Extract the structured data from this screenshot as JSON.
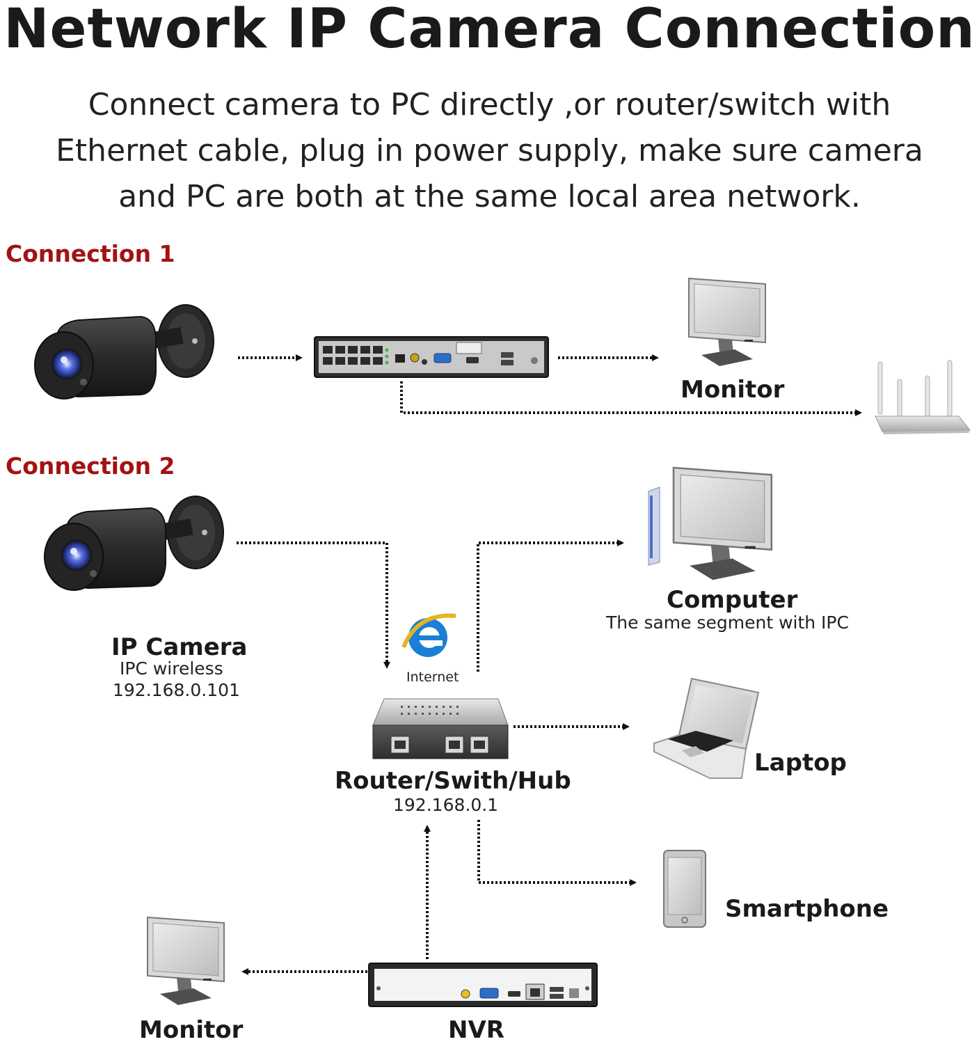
{
  "header": {
    "title": "Network IP Camera Connection",
    "intro_lines": [
      "Connect camera to PC directly ,or router/switch with",
      "Ethernet cable, plug in power supply, make sure camera",
      "and PC are both at the same local area network."
    ]
  },
  "connection1": {
    "heading": "Connection 1",
    "monitor_label": "Monitor"
  },
  "connection2": {
    "heading": "Connection 2",
    "camera": {
      "label": "IP Camera",
      "sub": "IPC wireless",
      "ip": "192.168.0.101"
    },
    "internet_label": "Internet",
    "router": {
      "label": "Router/Swith/Hub",
      "ip": "192.168.0.1"
    },
    "computer": {
      "label": "Computer",
      "sub": "The same segment with IPC"
    },
    "laptop_label": "Laptop",
    "smartphone_label": "Smartphone",
    "monitor_label": "Monitor",
    "nvr_label": "NVR"
  },
  "colors": {
    "accent_red": "#a31212",
    "camera_body": "#2b2b2b",
    "lens_blue": "#3b55c8",
    "ie_blue": "#1a7fd6"
  }
}
